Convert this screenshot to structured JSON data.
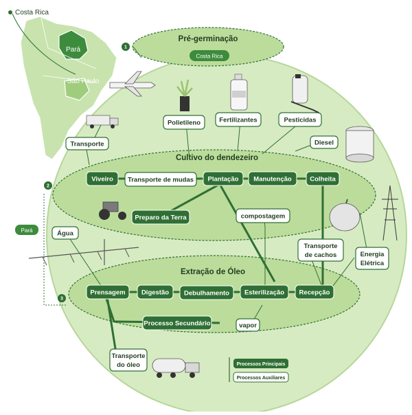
{
  "colors": {
    "light_green": "#d7ebc2",
    "mid_green": "#bcdc9c",
    "dark_green": "#2f6f34",
    "line_green": "#2f6f34",
    "map_green": "#3d8b3d"
  },
  "map": {
    "origin": "Costa Rica",
    "state_1": "Pará",
    "state_2": "São Paulo"
  },
  "stages": {
    "one": {
      "number": "1",
      "title": "Pré-germinação",
      "origin_tag": "Costa Rica"
    },
    "two": {
      "number": "2",
      "title": "Cultivo do dendezeiro"
    },
    "three": {
      "number": "3",
      "title": "Extração de Óleo"
    }
  },
  "inputs": {
    "polietileno": "Polietileno",
    "fertilizantes": "Fertilizantes",
    "pesticidas": "Pesticidas",
    "diesel": "Diesel",
    "transporte": "Transporte",
    "agua": "Água",
    "para": "Pará",
    "energia_line1": "Energia",
    "energia_line2": "Elétrica",
    "transporte_cachos_1": "Transporte",
    "transporte_cachos_2": "de cachos",
    "transporte_oleo_1": "Transporte",
    "transporte_oleo_2": "do óleo",
    "compostagem": "compostagem",
    "vapor": "vapor",
    "transporte_mudas": "Transporte de mudas"
  },
  "cultivo_processes": {
    "viveiro": "Viveiro",
    "plantacao": "Plantação",
    "manutencao": "Manutenção",
    "colheita": "Colheita",
    "preparo": "Preparo da Terra"
  },
  "extracao_processes": {
    "prensagem": "Prensagem",
    "digestao": "Digestão",
    "debulhamento": "Debulhamento",
    "esterilizacao": "Esterilização",
    "recepcao": "Recepção",
    "secundario": "Processo Secundário"
  },
  "legend": {
    "principal": "Processos Principais",
    "auxiliar": "Processos Auxiliares"
  },
  "icons": [
    "airplane-icon",
    "seedling-bag-icon",
    "fertilizer-bottle-icon",
    "sprayer-icon",
    "storage-tank-icon",
    "truck-icon",
    "tractor-icon",
    "irrigation-pivot-icon",
    "palm-fruit-icon",
    "power-tower-icon",
    "tanker-truck-icon"
  ]
}
